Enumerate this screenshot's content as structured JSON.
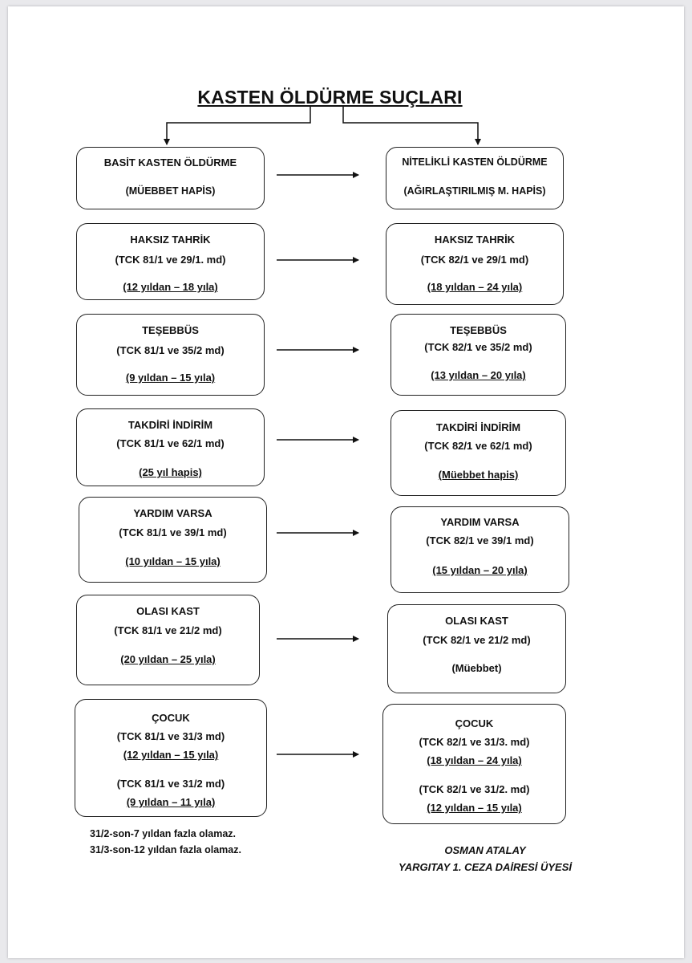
{
  "title": "KASTEN ÖLDÜRME SUÇLARI",
  "rows": [
    {
      "left": {
        "lines": [
          "BASİT KASTEN ÖLDÜRME",
          "(MÜEBBET HAPİS)"
        ]
      },
      "right": {
        "lines": [
          "NİTELİKLİ KASTEN ÖLDÜRME",
          "(AĞIRLAŞTIRILMIŞ M. HAPİS)"
        ]
      }
    },
    {
      "left": {
        "lines": [
          "HAKSIZ TAHRİK",
          "(TCK 81/1 ve 29/1. md)",
          "(12 yıldan – 18 yıla)"
        ]
      },
      "right": {
        "lines": [
          "HAKSIZ TAHRİK",
          "(TCK 82/1 ve 29/1 md)",
          "(18 yıldan – 24 yıla)"
        ]
      }
    },
    {
      "left": {
        "lines": [
          "TEŞEBBÜS",
          "(TCK 81/1 ve 35/2 md)",
          "(9 yıldan – 15 yıla)"
        ]
      },
      "right": {
        "lines": [
          "TEŞEBBÜS",
          "(TCK 82/1 ve 35/2 md)",
          "(13 yıldan – 20 yıla)"
        ]
      }
    },
    {
      "left": {
        "lines": [
          "TAKDİRİ İNDİRİM",
          "(TCK 81/1 ve 62/1 md)",
          "(25 yıl hapis)"
        ]
      },
      "right": {
        "lines": [
          "TAKDİRİ İNDİRİM",
          "(TCK 82/1 ve 62/1 md)",
          "(Müebbet hapis)"
        ]
      }
    },
    {
      "left": {
        "lines": [
          "YARDIM VARSA",
          "(TCK 81/1 ve 39/1 md)",
          "(10 yıldan – 15 yıla)"
        ]
      },
      "right": {
        "lines": [
          "YARDIM VARSA",
          "(TCK 82/1 ve 39/1 md)",
          "(15 yıldan – 20 yıla)"
        ]
      }
    },
    {
      "left": {
        "lines": [
          "OLASI KAST",
          "(TCK 81/1 ve 21/2 md)",
          "(20 yıldan – 25 yıla)"
        ]
      },
      "right": {
        "lines": [
          "OLASI KAST",
          "(TCK 82/1 ve 21/2 md)",
          "(Müebbet)"
        ]
      }
    },
    {
      "left": {
        "lines": [
          "ÇOCUK",
          "(TCK 81/1 ve 31/3 md)",
          "(12 yıldan – 15 yıla)",
          "(TCK 81/1 ve 31/2 md)",
          "(9 yıldan – 11 yıla)"
        ]
      },
      "right": {
        "lines": [
          "ÇOCUK",
          "(TCK 82/1 ve 31/3. md)",
          "(18 yıldan – 24 yıla)",
          "(TCK 82/1 ve 31/2. md)",
          "(12 yıldan – 15 yıla)"
        ]
      }
    }
  ],
  "notes": [
    "31/2-son-7 yıldan fazla olamaz.",
    "31/3-son-12 yıldan fazla olamaz."
  ],
  "signature": {
    "name": "OSMAN ATALAY",
    "role": "YARGITAY 1. CEZA DAİRESİ ÜYESİ"
  }
}
